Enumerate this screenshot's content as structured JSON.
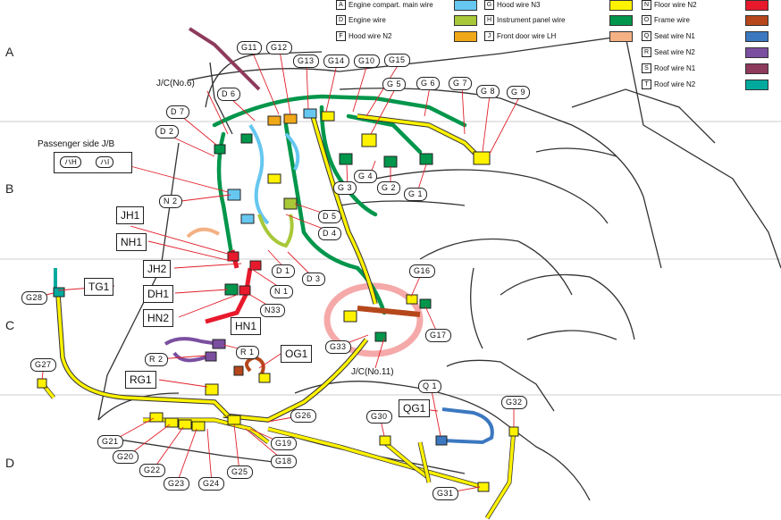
{
  "rows": [
    "A",
    "B",
    "C",
    "D"
  ],
  "legend": [
    {
      "code": "A",
      "label": "Engine compart. main wire",
      "color": "#66c7f0"
    },
    {
      "code": "D",
      "label": "Engine wire",
      "color": "#a8c838"
    },
    {
      "code": "F",
      "label": "Hood wire N2",
      "color": "#f0a818"
    },
    {
      "code": "G",
      "label": "Hood wire N3",
      "color": "#fff200"
    },
    {
      "code": "H",
      "label": "Instrument panel wire",
      "color": "#00964b"
    },
    {
      "code": "J",
      "label": "Front door wire LH",
      "color": "#f4b183"
    },
    {
      "code": "N",
      "label": "Floor wire N2",
      "color": "#e8192c"
    },
    {
      "code": "O",
      "label": "Frame wire",
      "color": "#b5471b"
    },
    {
      "code": "Q",
      "label": "Seat wire N1",
      "color": "#3b78c0"
    },
    {
      "code": "R",
      "label": "Seat wire N2",
      "color": "#7b4fa0"
    },
    {
      "code": "S",
      "label": "Roof wire N1",
      "color": "#8e3a5c"
    },
    {
      "code": "T",
      "label": "Roof wire N2",
      "color": "#00a99d"
    }
  ],
  "connector_pills": [
    "G11",
    "G12",
    "G13",
    "G14",
    "G10",
    "G15",
    "G 5",
    "G 6",
    "G 7",
    "G 8",
    "G 9",
    "D 6",
    "D 7",
    "D 2",
    "G 4",
    "G 3",
    "G 2",
    "G 1",
    "N 2",
    "D 5",
    "D 4",
    "D 1",
    "D 3",
    "N 1",
    "N33",
    "G16",
    "G17",
    "G33",
    "R 1",
    "R 2",
    "G28",
    "G27",
    "Q 1",
    "G32",
    "G30",
    "G31",
    "G26",
    "G19",
    "G18",
    "G21",
    "G20",
    "G22",
    "G23",
    "G24",
    "G25"
  ],
  "tags": [
    "JH1",
    "NH1",
    "JH2",
    "DH1",
    "HN2",
    "HN1",
    "TG1",
    "OG1",
    "RG1",
    "QG1"
  ],
  "junction_labels": {
    "jc6": "J/C(No.6)",
    "jc11": "J/C(No.11)",
    "passenger_jb": "Passenger side J/B",
    "jb_pill_1": "ハH",
    "jb_pill_2": "ハI"
  },
  "colors": {
    "outline": "#333333",
    "leader": "#e0202a",
    "highlight": "#f4a0a0"
  }
}
